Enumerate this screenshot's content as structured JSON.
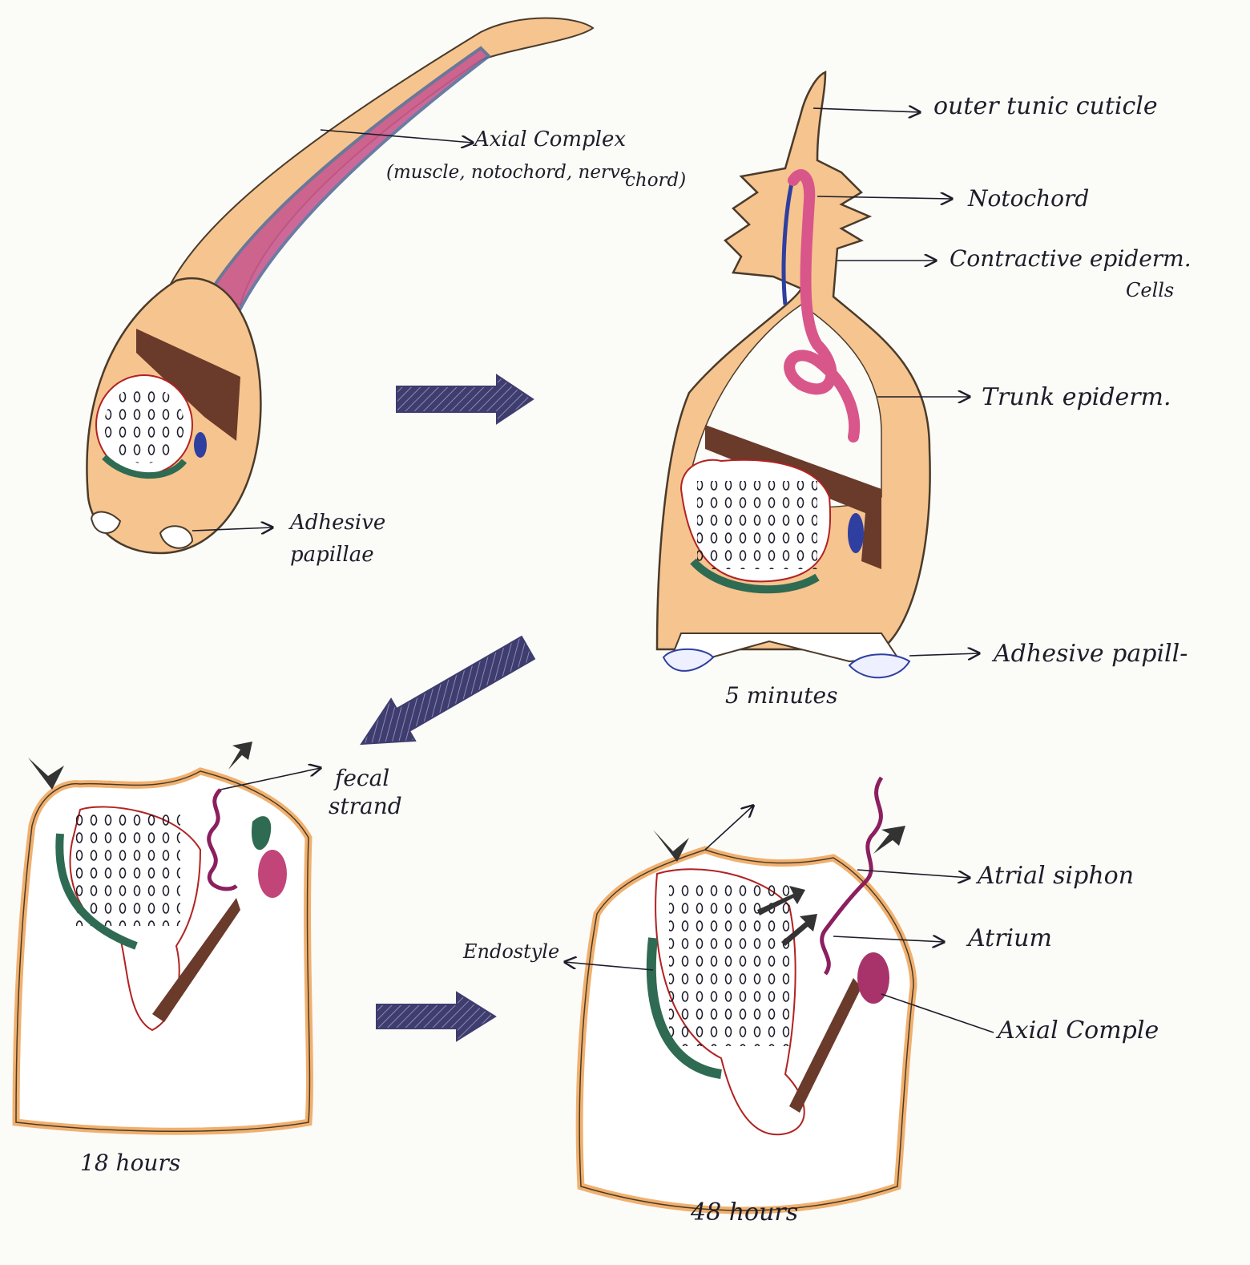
{
  "labels": {
    "axial_complex_top": "Axial Complex",
    "axial_complex_top_sub1": "(muscle, notochord, nerve",
    "axial_complex_top_sub2": "chord)",
    "adhesive_papillae_1a": "Adhesive",
    "adhesive_papillae_1b": "papillae",
    "outer_tunic": "outer tunic cuticle",
    "notochord": "Notochord",
    "contractive_1": "Contractive epiderm.",
    "contractive_2": "Cells",
    "trunk_epidermis": "Trunk epiderm.",
    "adhesive_papillae_2": "Adhesive papill-",
    "fecal_1": "fecal",
    "fecal_2": "strand",
    "atrial_siphon": "Atrial siphon",
    "atrium": "Atrium",
    "endostyle": "Endostyle",
    "axial_complex_bottom": "Axial Comple"
  },
  "stages": {
    "stage_2": "5 minutes",
    "stage_3": "18 hours",
    "stage_4": "48 hours"
  },
  "colors": {
    "tunic": "#f6c48f",
    "outline": "#4a3b2a",
    "notochord": "#d9568a",
    "nerve": "#2f3fa0",
    "muscle": "#5b6f9a",
    "gut": "#6a3a2a",
    "endostyle": "#2f6b52",
    "arrow": "#3f3d6e",
    "ink": "#1d1d2a"
  }
}
